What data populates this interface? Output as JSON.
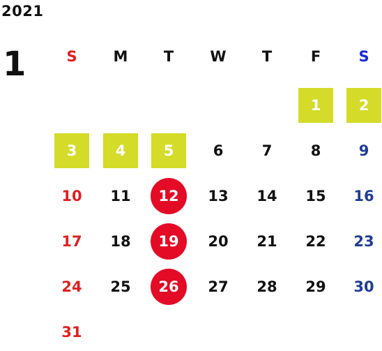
{
  "calendar": {
    "year": "2021",
    "month": "1",
    "colors": {
      "sunday": "#e02020",
      "saturday_header": "#1a2bd6",
      "saturday": "#1f3d93",
      "weekday": "#111111",
      "holiday_square": "#d4db28",
      "closed_circle": "#e30b25"
    },
    "weekdays": [
      "S",
      "M",
      "T",
      "W",
      "T",
      "F",
      "S"
    ],
    "weeks": [
      [
        "",
        "",
        "",
        "",
        "",
        "1",
        "2"
      ],
      [
        "3",
        "4",
        "5",
        "6",
        "7",
        "8",
        "9"
      ],
      [
        "10",
        "11",
        "12",
        "13",
        "14",
        "15",
        "16"
      ],
      [
        "17",
        "18",
        "19",
        "20",
        "21",
        "22",
        "23"
      ],
      [
        "24",
        "25",
        "26",
        "27",
        "28",
        "29",
        "30"
      ],
      [
        "31",
        "",
        "",
        "",
        "",
        "",
        ""
      ]
    ],
    "highlighted_square_days": [
      "1",
      "2",
      "3",
      "4",
      "5"
    ],
    "highlighted_circle_days": [
      "12",
      "19",
      "26"
    ]
  }
}
